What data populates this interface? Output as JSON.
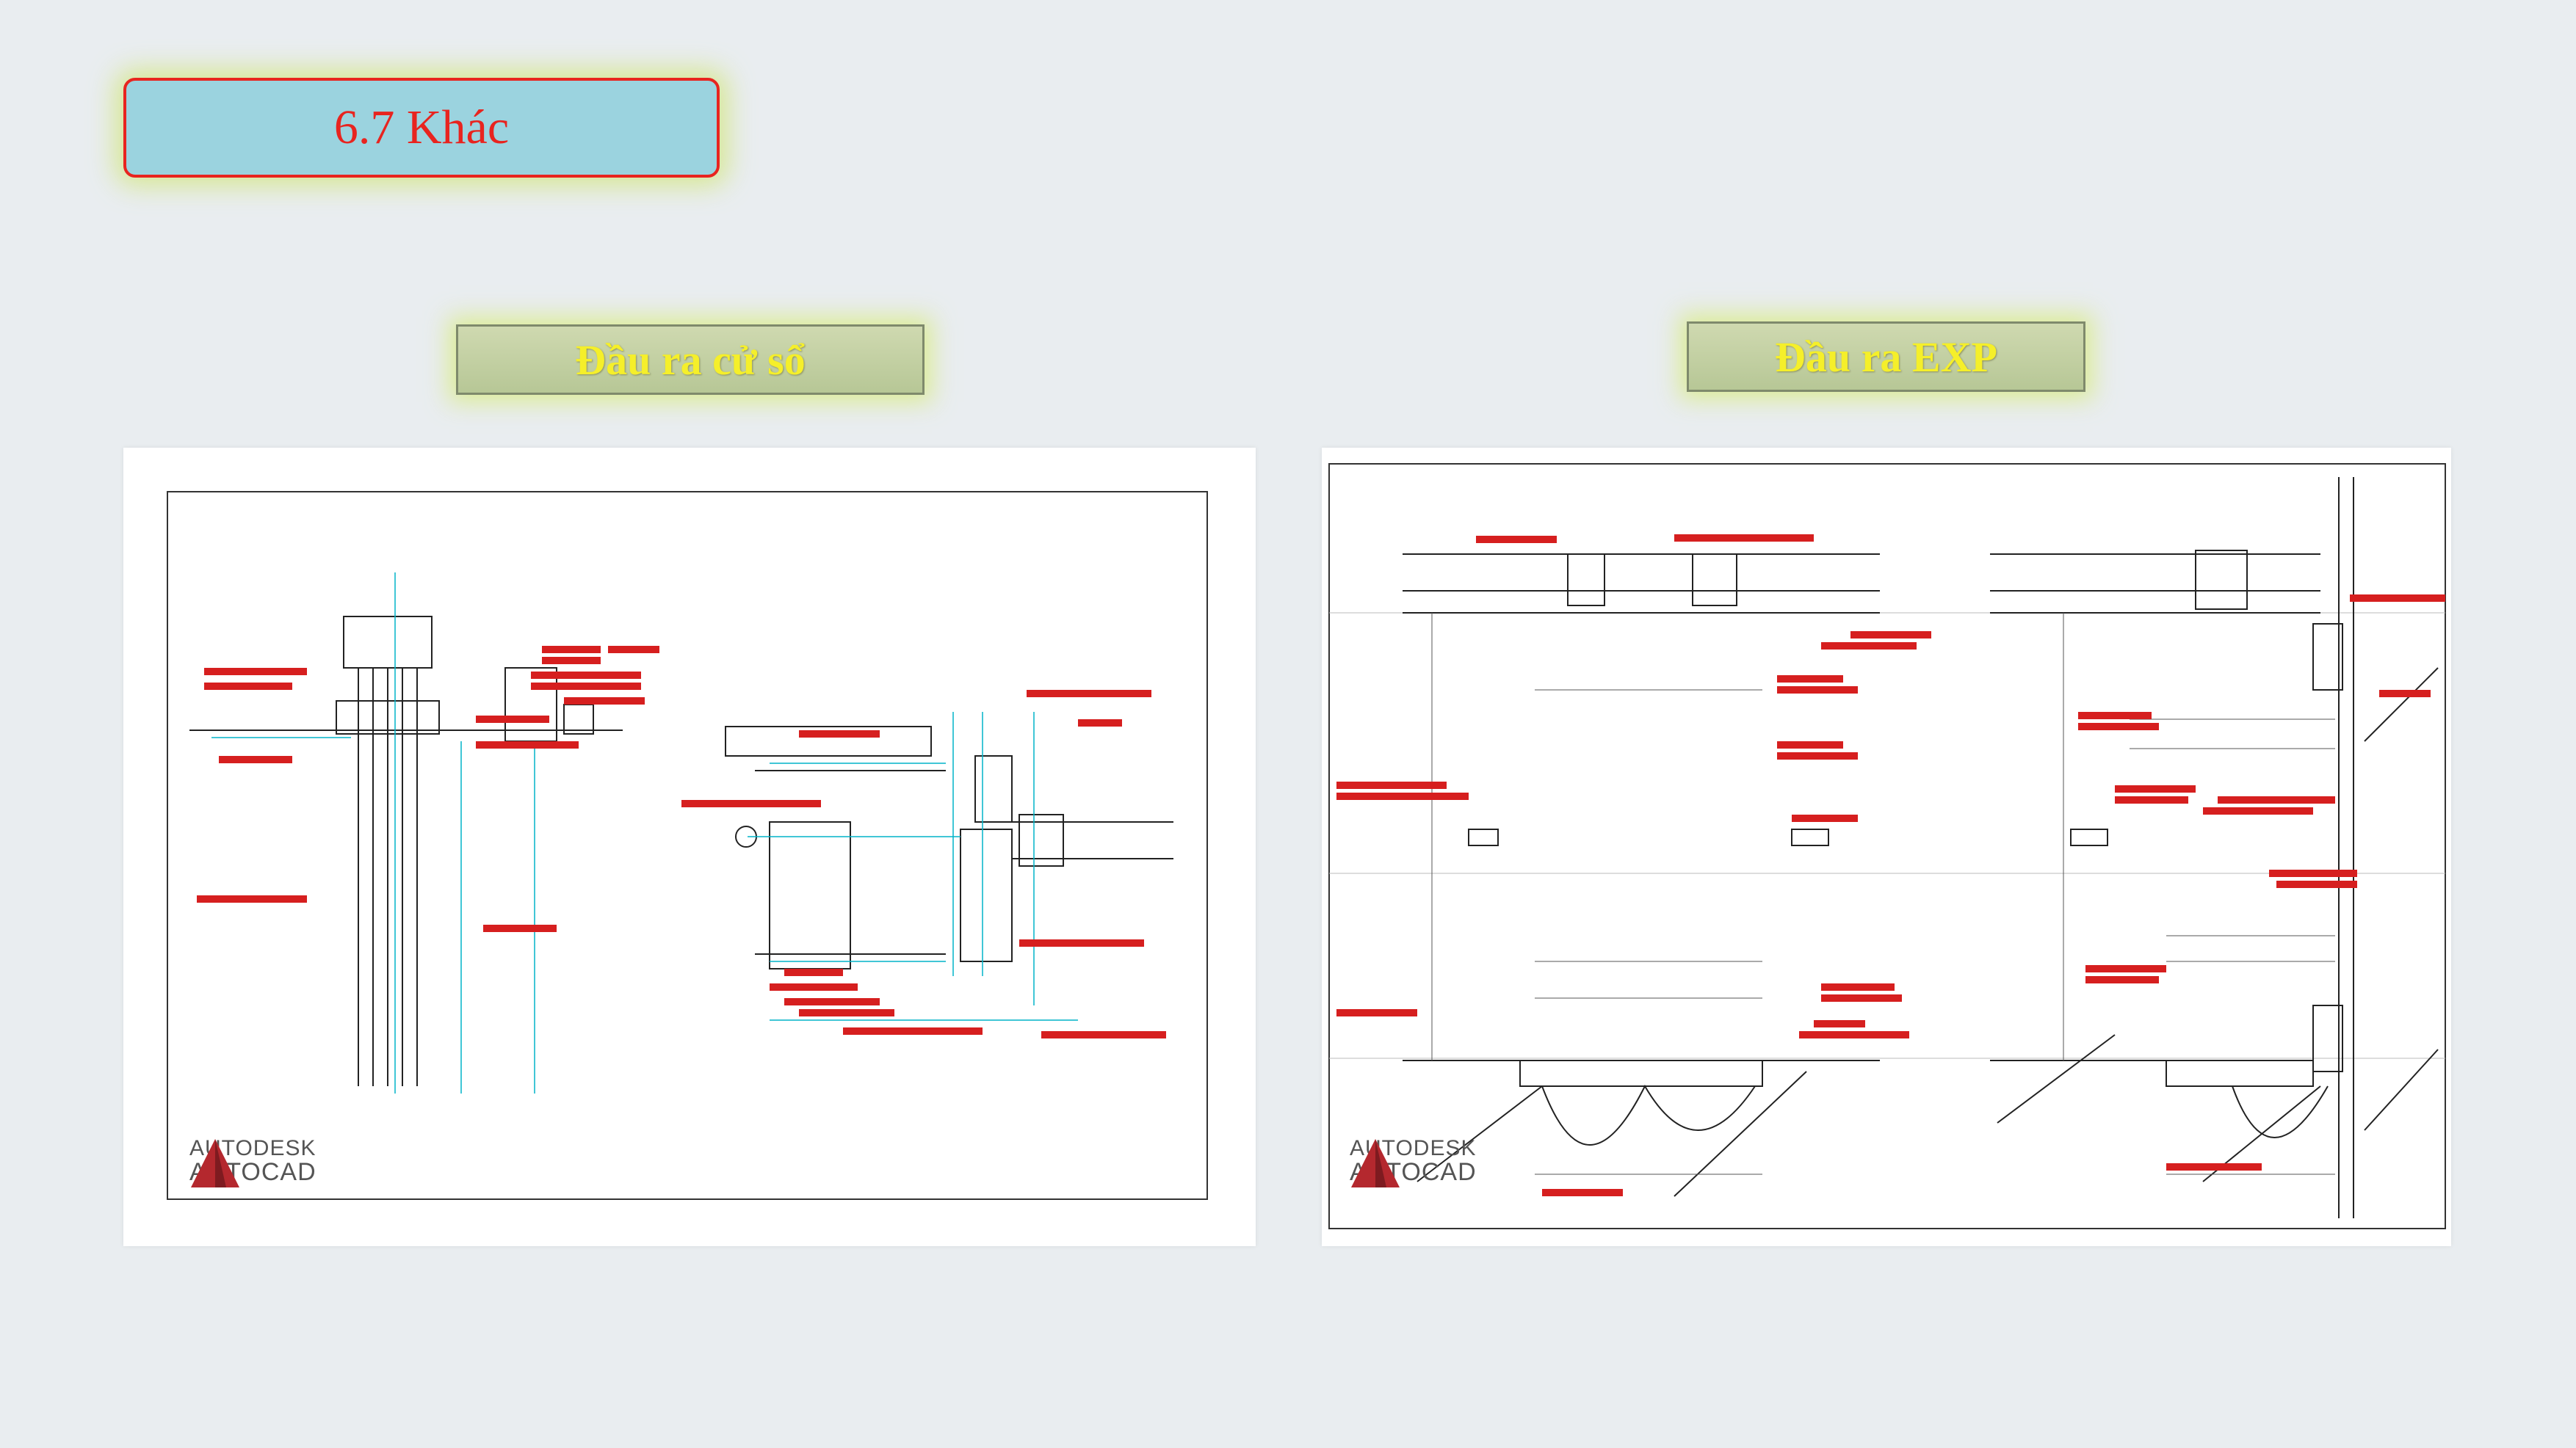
{
  "slide": {
    "title": "6.7 Khác",
    "sections": [
      {
        "label": "Đầu ra cử sổ"
      },
      {
        "label": "Đầu ra EXP"
      }
    ]
  },
  "drawings": {
    "left": {
      "logo_brand": "AUTODESK",
      "logo_product": "AUTOCAD"
    },
    "right": {
      "logo_brand": "AUTODESK",
      "logo_product": "AUTOCAD"
    }
  },
  "colors": {
    "title_text": "#e8241f",
    "title_bg": "#9bd3df",
    "label_text": "#f5ef2a",
    "cad_cyan": "#00b4c8",
    "cad_red": "#d61f1f"
  }
}
